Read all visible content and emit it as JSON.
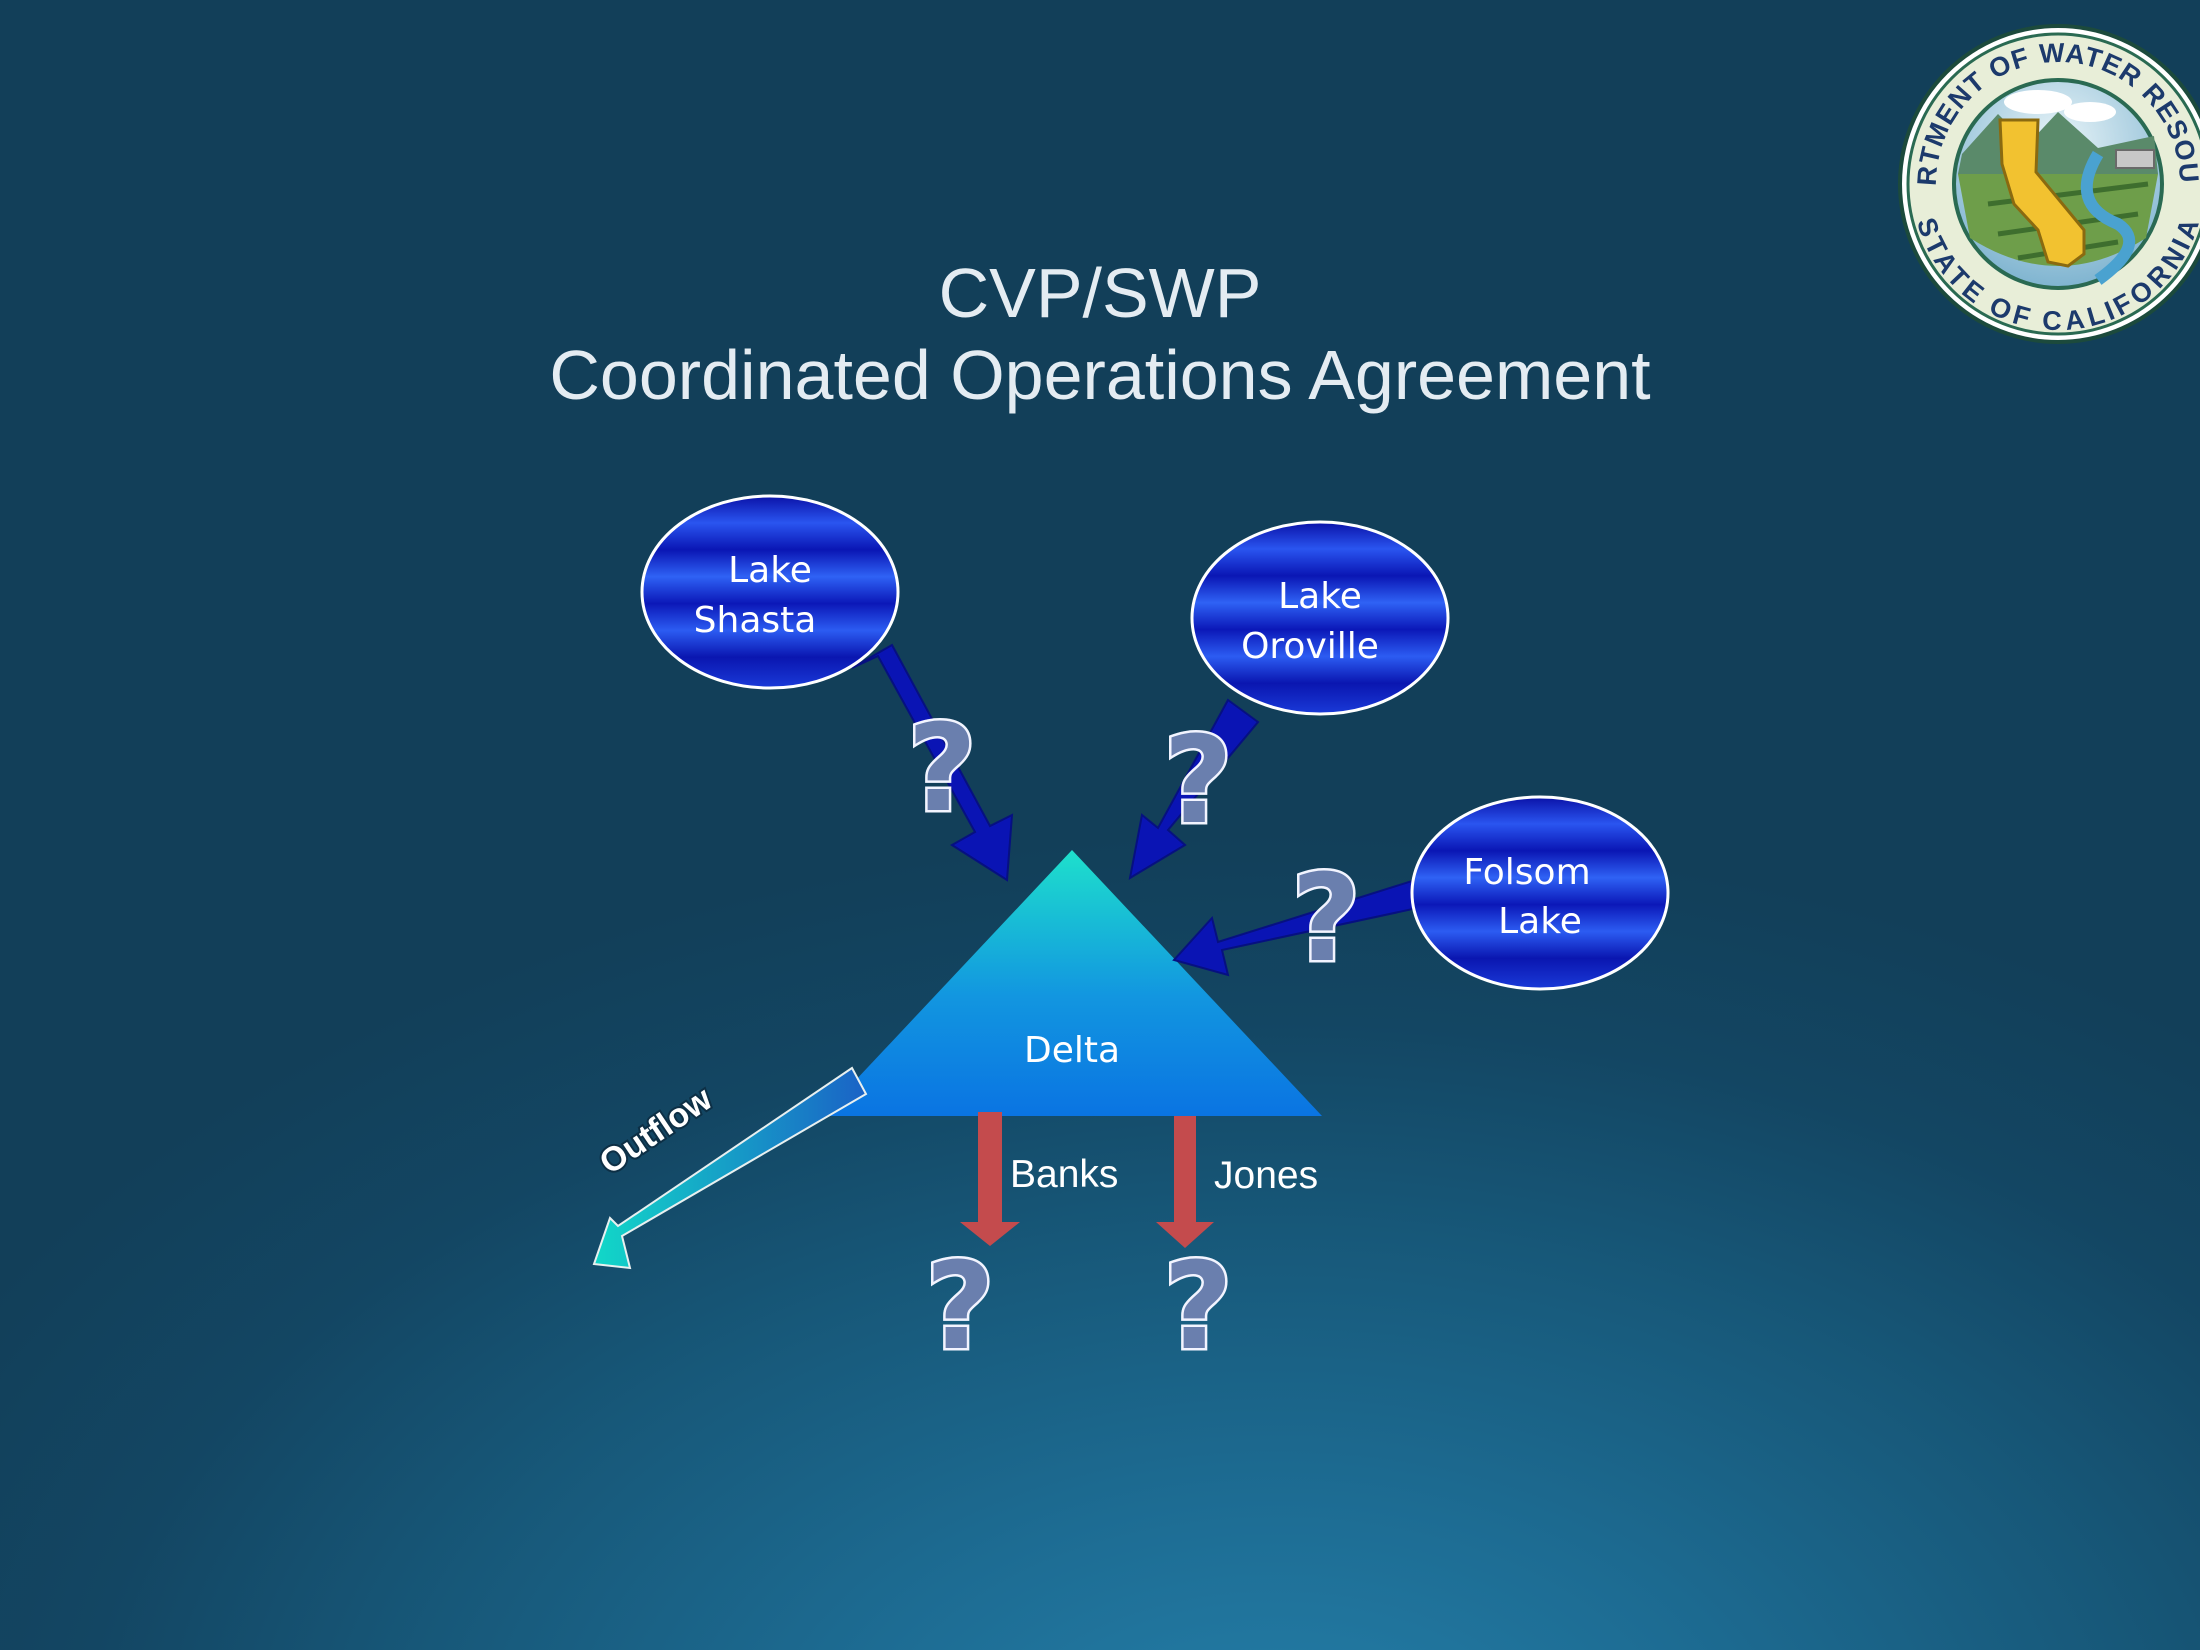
{
  "slide": {
    "title_line1": "CVP/SWP",
    "title_line2": "Coordinated Operations Agreement",
    "logo": {
      "icon": "dwr-seal-icon",
      "text_top": "DEPARTMENT OF WATER RESOURCES",
      "text_bottom": "STATE OF CALIFORNIA"
    }
  },
  "diagram": {
    "reservoirs": [
      {
        "id": "shasta",
        "line1": "Lake",
        "line2": "Shasta"
      },
      {
        "id": "oroville",
        "line1": "Lake",
        "line2": "Oroville"
      },
      {
        "id": "folsom",
        "line1": "Folsom",
        "line2": "Lake"
      }
    ],
    "delta_label": "Delta",
    "outflow_label": "Outflow",
    "exports": [
      {
        "id": "banks",
        "label": "Banks"
      },
      {
        "id": "jones",
        "label": "Jones"
      }
    ],
    "unknown_symbol": "?",
    "colors": {
      "reservoir_fill": "#1a2fd6",
      "reservoir_stroke": "#ffffff",
      "inflow_arrow": "#0a14b4",
      "export_arrow": "#c44b4d",
      "delta_top": "#1ee0cc",
      "delta_bottom": "#0a7be0",
      "outflow_start": "#12d8c8",
      "outflow_end": "#1a66c8",
      "question_fill": "#6a7fae"
    }
  }
}
